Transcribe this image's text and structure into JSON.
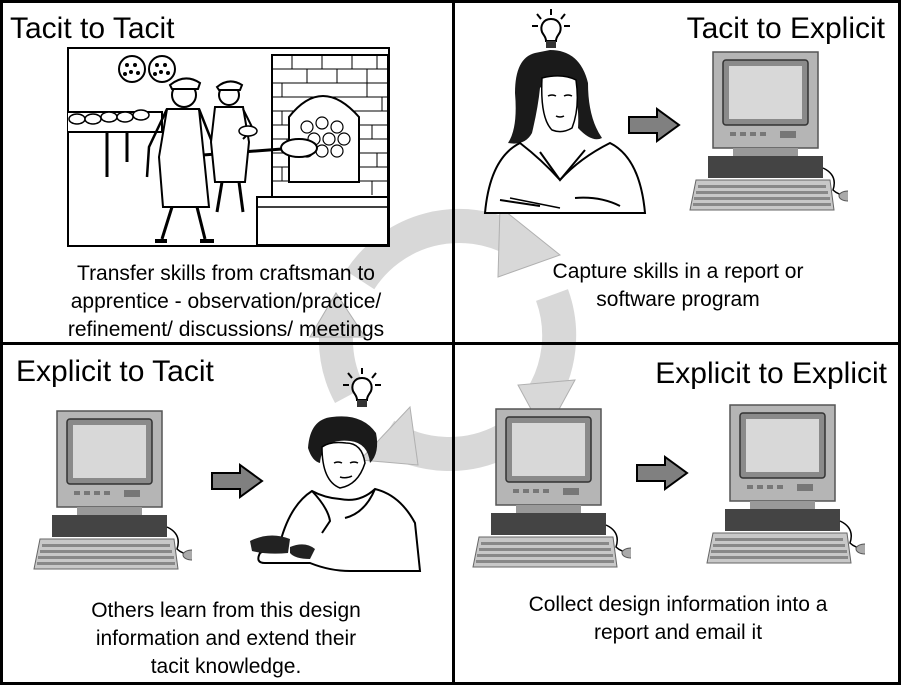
{
  "quadrants": {
    "tacit_to_tacit": {
      "title": "Tacit to Tacit",
      "caption": [
        "Transfer skills from craftsman to",
        "apprentice - observation/practice/",
        "refinement/ discussions/ meetings"
      ]
    },
    "tacit_to_explicit": {
      "title": "Tacit to Explicit",
      "caption": [
        "Capture skills in a report or",
        "software program"
      ]
    },
    "explicit_to_tacit": {
      "title": "Explicit to Tacit",
      "caption": [
        "Others learn from this design",
        "information and extend their",
        "tacit knowledge."
      ]
    },
    "explicit_to_explicit": {
      "title": "Explicit to Explicit",
      "caption": [
        "Collect design information into a",
        "report and email it"
      ]
    }
  },
  "colors": {
    "line": "#000000",
    "cycle_arrow": "#d8d8d8",
    "arrow_fill": "#808080",
    "monitor": "#a9a9a9"
  },
  "icons": [
    "computer-icon",
    "right-arrow-icon",
    "lightbulb-icon",
    "cycle-arrow-icon",
    "craftsman-illustration",
    "person-illustration"
  ]
}
